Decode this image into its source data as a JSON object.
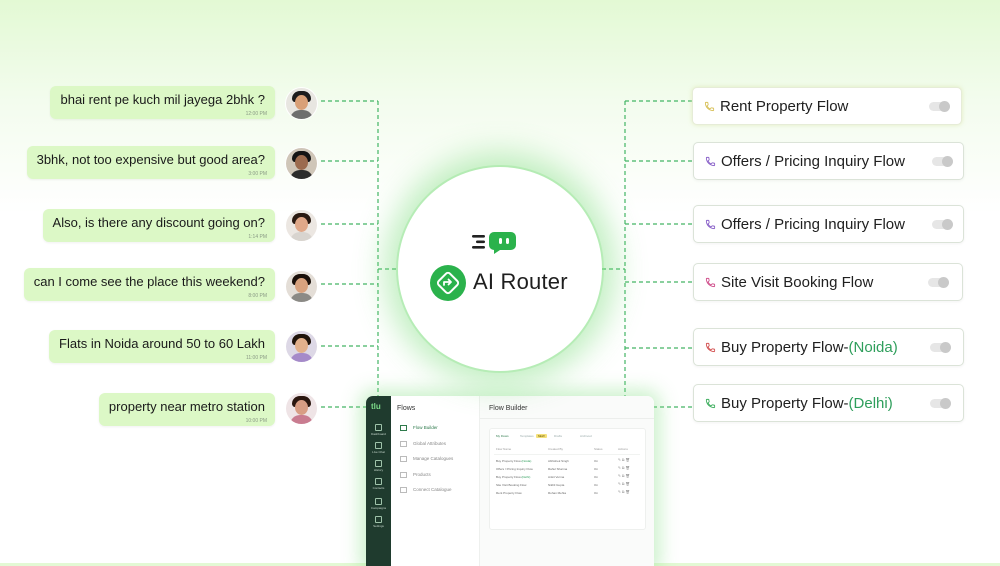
{
  "chats": [
    {
      "text": "bhai rent pe kuch mil jayega 2bhk ?",
      "time": "12:00 PM",
      "colors": {
        "skin": "#d9a077",
        "hair": "#1c1c1c",
        "shirt": "#6e6e6e",
        "bg": "#e8e6e1"
      }
    },
    {
      "text": "3bhk, not too expensive but good area?",
      "time": "3:00 PM",
      "colors": {
        "skin": "#9c6b4e",
        "hair": "#141414",
        "shirt": "#2c2c2c",
        "bg": "#cfc6b8"
      }
    },
    {
      "text": "Also, is there any discount going on?",
      "time": "1:14 PM",
      "colors": {
        "skin": "#e0a889",
        "hair": "#2a1a12",
        "shirt": "#d8d4cf",
        "bg": "#ece7e2"
      }
    },
    {
      "text": "can I come see the place this weekend?",
      "time": "8:00 PM",
      "colors": {
        "skin": "#d8a27e",
        "hair": "#1a100a",
        "shirt": "#8b8a86",
        "bg": "#e4ded7"
      }
    },
    {
      "text": "Flats in Noida around 50 to 60 Lakh",
      "time": "11:00 PM",
      "colors": {
        "skin": "#e2b08c",
        "hair": "#20140c",
        "shirt": "#a58ac9",
        "bg": "#ddd8e6"
      }
    },
    {
      "text": "property near metro station",
      "time": "10:00 PM",
      "colors": {
        "skin": "#d89d84",
        "hair": "#2b1710",
        "shirt": "#c97c90",
        "bg": "#efe4e6"
      }
    }
  ],
  "router": {
    "title": "AI Router",
    "accent": "#2bb24c"
  },
  "flows": [
    {
      "label": "Rent Property Flow",
      "highlight": "",
      "icon_color": "#d8c15a"
    },
    {
      "label": "Offers / Pricing Inquiry Flow",
      "highlight": "",
      "icon_color": "#8a62c9"
    },
    {
      "label": "Offers / Pricing Inquiry Flow",
      "highlight": "",
      "icon_color": "#8a62c9"
    },
    {
      "label": "Site Visit Booking Flow",
      "highlight": "",
      "icon_color": "#d04f8c"
    },
    {
      "label": "Buy Property Flow-",
      "highlight": "(Noida)",
      "icon_color": "#d45454"
    },
    {
      "label": "Buy Property Flow-",
      "highlight": "(Delhi)",
      "icon_color": "#3fae5f"
    }
  ],
  "app": {
    "logo": "tlu",
    "sidebar": [
      {
        "label": "Dashboard"
      },
      {
        "label": "Live Chat"
      },
      {
        "label": "History"
      },
      {
        "label": "Contacts"
      },
      {
        "label": "Campaigns"
      },
      {
        "label": "Settings"
      }
    ],
    "menu_title": "Flows",
    "menu_items": [
      {
        "label": "Flow Builder",
        "active": true
      },
      {
        "label": "Global Attributes",
        "active": false
      },
      {
        "label": "Manage Catalogues",
        "active": false
      },
      {
        "label": "Products",
        "active": false
      },
      {
        "label": "Connect Catalogue",
        "active": false
      }
    ],
    "main_title": "Flow Builder",
    "tabs": [
      {
        "label": "My Flows",
        "badge": ""
      },
      {
        "label": "Templates",
        "badge": "NEW"
      },
      {
        "label": "Drafts",
        "badge": ""
      },
      {
        "label": "Archived",
        "badge": ""
      }
    ],
    "columns": [
      "Flow Name",
      "Created By",
      "Status",
      "Actions"
    ],
    "rows": [
      {
        "name": "Buy Property Flow-",
        "tag": "(Noida)",
        "by": "Abhishek Singh",
        "status": "On"
      },
      {
        "name": "Offers / Pricing Inquiry Flow",
        "tag": "",
        "by": "Rahul Sharma",
        "status": "On"
      },
      {
        "name": "Buy Property Flow-",
        "tag": "(Delhi)",
        "by": "Ankit Verma",
        "status": "On"
      },
      {
        "name": "Site Visit Booking Flow",
        "tag": "",
        "by": "Nikhil Gupta",
        "status": "On"
      },
      {
        "name": "Rent Property Flow",
        "tag": "",
        "by": "Rohan Mehta",
        "status": "On"
      }
    ]
  }
}
